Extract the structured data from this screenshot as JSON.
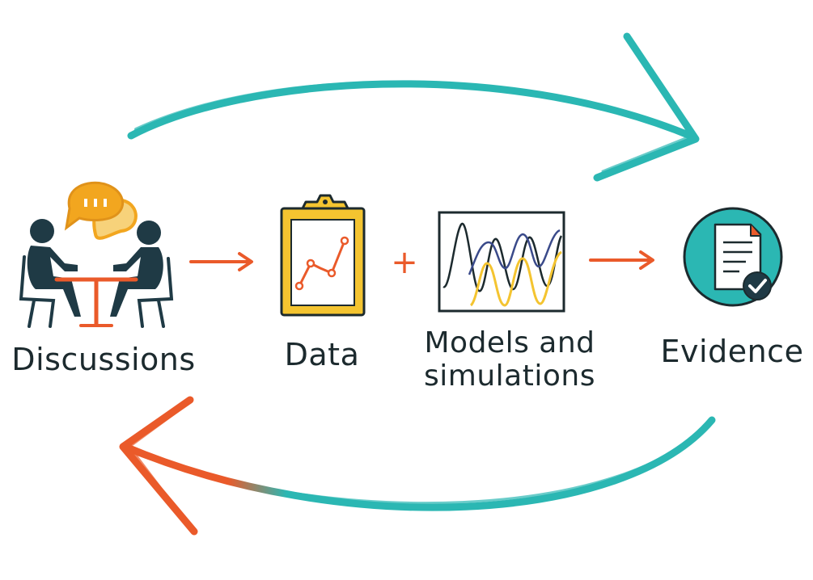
{
  "stages": [
    {
      "id": "discussions",
      "label": "Discussions",
      "icon": "meeting-icon"
    },
    {
      "id": "data",
      "label": "Data",
      "icon": "clipboard-chart-icon"
    },
    {
      "id": "models",
      "label_lines": [
        "Models and",
        "simulations"
      ],
      "icon": "waveform-chart-icon"
    },
    {
      "id": "evidence",
      "label": "Evidence",
      "icon": "document-check-icon"
    }
  ],
  "operators": {
    "plus": "+"
  },
  "colors": {
    "teal": "#2bb7b3",
    "orange": "#ea5a2a",
    "navy": "#1f3a45",
    "yellow": "#f4c430",
    "chat": "#f2a61f",
    "text": "#1c2a2e"
  }
}
